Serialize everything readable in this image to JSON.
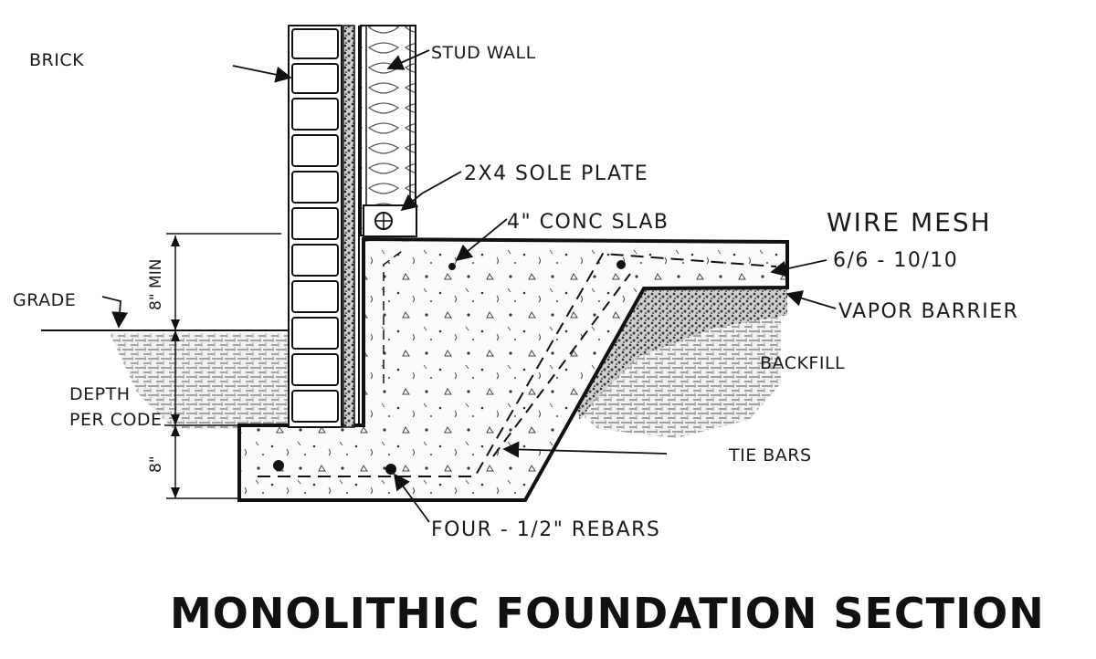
{
  "title": "MONOLITHIC FOUNDATION SECTION",
  "labels": {
    "brick": "BRICK",
    "stud_wall": "STUD WALL",
    "sole_plate": "2X4  SOLE PLATE",
    "conc_slab": "4\"  CONC SLAB",
    "wire_mesh": "WIRE MESH",
    "wire_mesh_spec": "6/6 - 10/10",
    "vapor_barrier": "VAPOR BARRIER",
    "grade": "GRADE",
    "backfill": "BACKFILL",
    "depth_line1": "DEPTH",
    "depth_line2": "PER CODE",
    "tie_bars": "TIE BARS",
    "rebars": "FOUR - 1/2\" REBARS"
  },
  "dimensions": {
    "upper": "8\" MIN",
    "lower": "8\""
  }
}
